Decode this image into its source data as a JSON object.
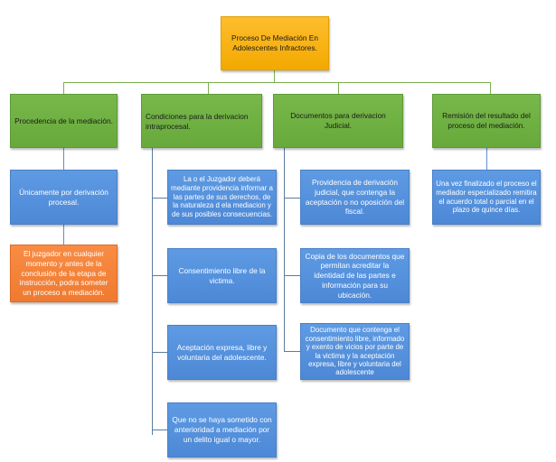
{
  "root": {
    "label": "Proceso De Mediación En Adolescentes Infractores."
  },
  "columns": [
    {
      "header": "Procedencia de la mediación.",
      "items": [
        "Únicamente por derivación procesal.",
        "El juzgador en cualquier momento y antes de la conclusión de la etapa de instrucción, podra someter un proceso a mediación."
      ]
    },
    {
      "header": "Condiciones para la derivacion intraprocesal.",
      "items": [
        "La o el Juzgador deberá mediante providencia informar a las partes de sus derechos, de la naturaleza d ela mediacion y de sus posibles consecuencias.",
        "Consentimiento libre de la victima.",
        "Aceptación expresa, libre y voluntaria del adolescente.",
        "Que no se haya sometido con anterioridad a mediación por un delito igual o mayor."
      ]
    },
    {
      "header": "Documentos para derivacion Judicial.",
      "items": [
        "Providencia de derivación judicial, que contenga la aceptación o no oposición del fiscal.",
        "Copia de los documentos que permitan acreditar la identidad de las partes e información para su ubicación.",
        "Documento que contenga el consentimiento libre, informado y exento de vicios por parte de la victima y la aceptación expresa, libre y voluntaria del adolescente"
      ]
    },
    {
      "header": "Remisión del resultado del proceso del mediación.",
      "items": [
        "Una vez finalizado el proceso el mediador especializado remitira el acuerdo total o parcial en el plazo de quince días."
      ]
    }
  ],
  "colors": {
    "root_fill": "#f5ad12",
    "header_fill": "#6eaf41",
    "item_fill": "#5291df",
    "highlight_fill": "#f47f36",
    "connector_green": "#7aaf52",
    "connector_blue": "#5c8fd0"
  }
}
